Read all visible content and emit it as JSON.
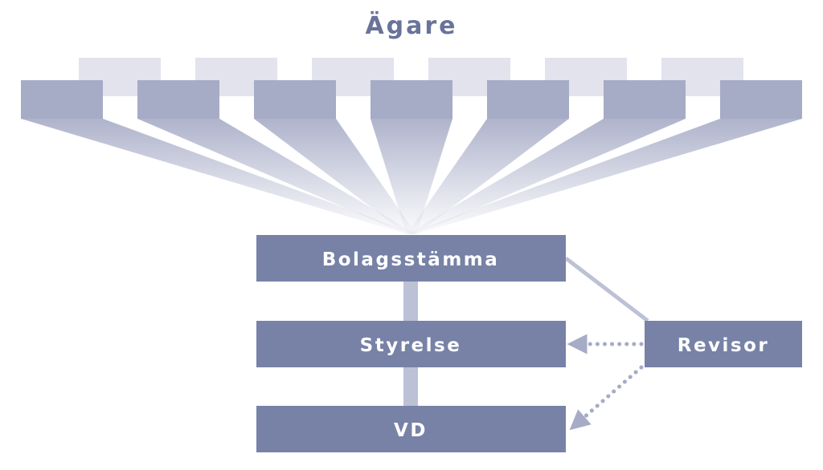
{
  "title": "Ägare",
  "owners": [
    {
      "id": 1
    },
    {
      "id": 2
    },
    {
      "id": 3
    },
    {
      "id": 4
    },
    {
      "id": 5
    },
    {
      "id": 6
    },
    {
      "id": 7
    }
  ],
  "nodes": {
    "bolagsstamma": "Bolagsstämma",
    "styrelse": "Styrelse",
    "vd": "VD",
    "revisor": "Revisor"
  },
  "colors": {
    "node_fill": "#7782a6",
    "owner_fill": "#a6abc6",
    "owner_shadow_fill": "#e2e3ec",
    "connector": "#bcc1d6",
    "dotted_arrow": "#a6abc6",
    "title_text": "#69739a",
    "node_text": "#ffffff"
  }
}
